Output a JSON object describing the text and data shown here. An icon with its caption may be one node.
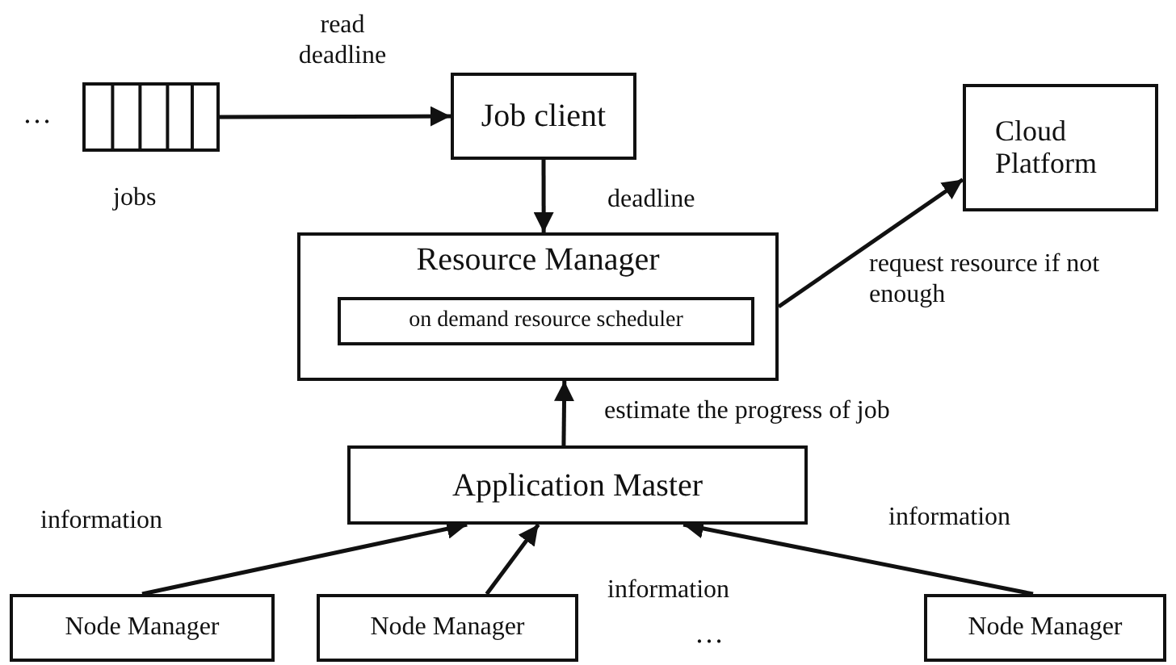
{
  "diagram": {
    "nodes": [
      {
        "text": [],
        "shape": "queue",
        "beside": [
          "jobs"
        ]
      },
      {
        "text": [
          "Job client"
        ]
      },
      {
        "text": [
          "Resource Manager"
        ]
      },
      {
        "text": [
          "on demand resource scheduler"
        ],
        "in": 2
      },
      {
        "text": [
          "Cloud Platform"
        ]
      },
      {
        "text": [
          "Application Master"
        ]
      },
      {
        "text": [
          "Node Manager"
        ]
      },
      {
        "text": [
          "Node Manager"
        ]
      },
      {
        "text": [
          "Node Manager"
        ]
      }
    ],
    "edges": [
      {
        "from": 0,
        "to": 1,
        "arrow": "to",
        "label": "read deadline"
      },
      {
        "from": 1,
        "to": 2,
        "arrow": "to",
        "label": "deadline"
      },
      {
        "from": 2,
        "to": 4,
        "arrow": "to",
        "label": "request resource if not enough"
      },
      {
        "from": 5,
        "to": 2,
        "arrow": "to",
        "label": "estimate the progress of job"
      },
      {
        "from": 6,
        "to": 5,
        "arrow": "to",
        "label": "information"
      },
      {
        "from": 7,
        "to": 5,
        "arrow": "to",
        "label": "information"
      },
      {
        "from": 8,
        "to": 5,
        "arrow": "to",
        "label": "information"
      }
    ],
    "labels": [
      "…",
      "…"
    ]
  }
}
